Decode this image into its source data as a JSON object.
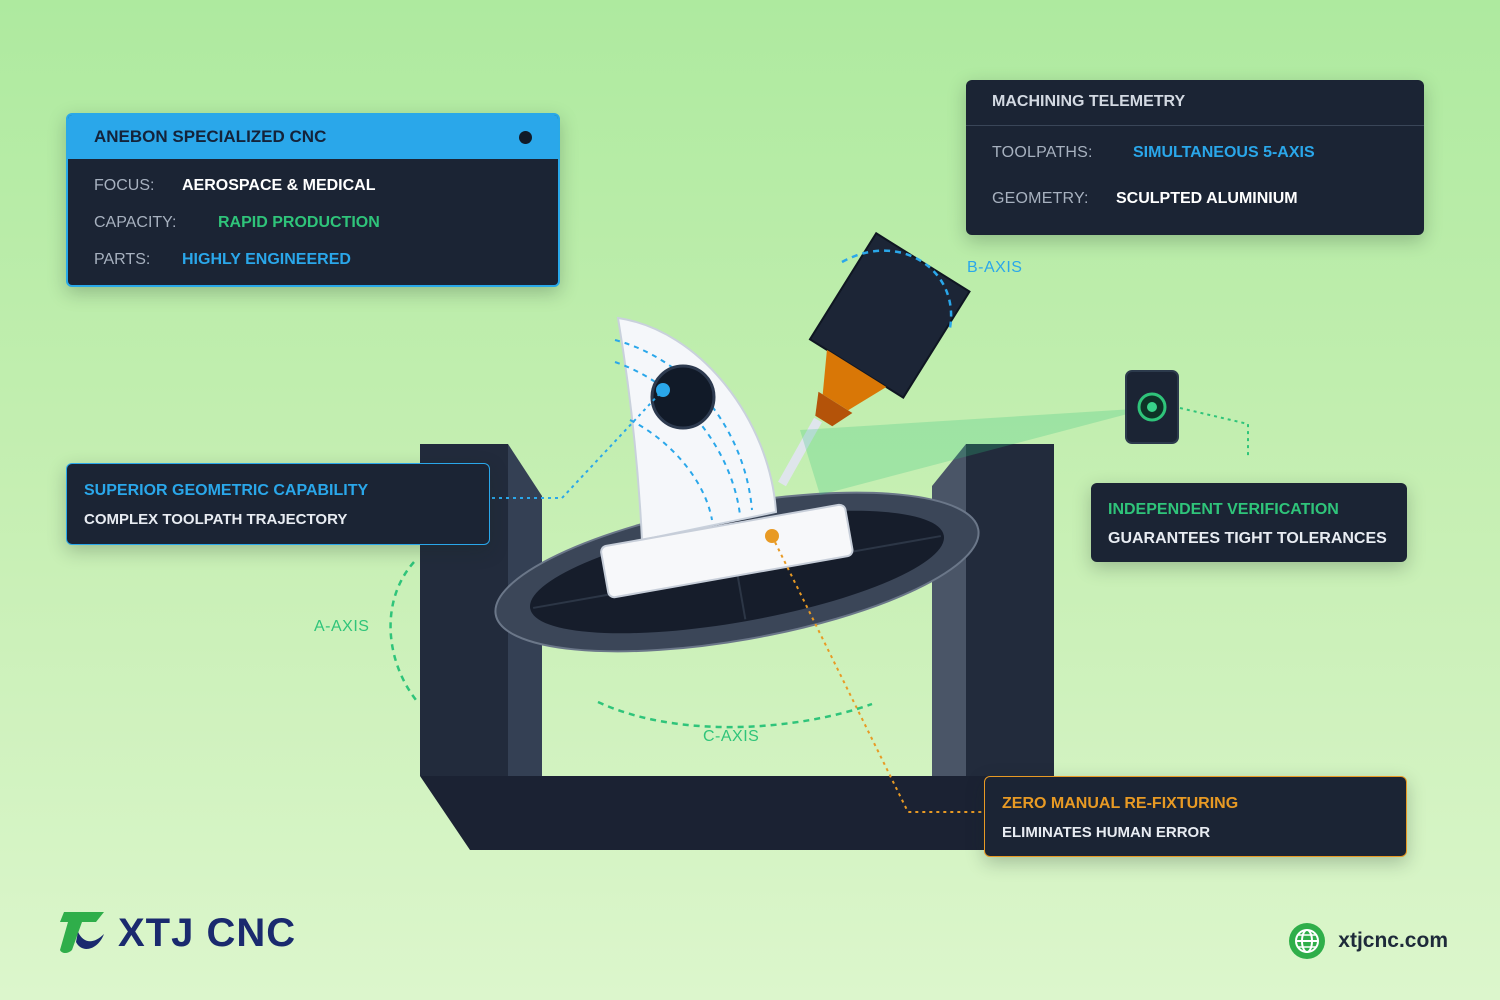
{
  "spec_panel": {
    "title": "ANEBON SPECIALIZED CNC",
    "rows": [
      {
        "key": "FOCUS:",
        "value": "AEROSPACE & MEDICAL",
        "color": "#ffffff"
      },
      {
        "key": "CAPACITY:",
        "value": "RAPID PRODUCTION",
        "color": "#2fc47a"
      },
      {
        "key": "PARTS:",
        "value": "HIGHLY ENGINEERED",
        "color": "#2aa7ea"
      }
    ]
  },
  "telemetry": {
    "title": "MACHINING TELEMETRY",
    "rows": [
      {
        "key": "TOOLPATHS:",
        "value": "SIMULTANEOUS 5-AXIS",
        "color": "#2aa7ea"
      },
      {
        "key": "GEOMETRY:",
        "value": "SCULPTED ALUMINIUM",
        "color": "#ffffff"
      }
    ]
  },
  "callouts": {
    "geometry": {
      "title": "SUPERIOR GEOMETRIC CAPABILITY",
      "subtitle": "COMPLEX TOOLPATH TRAJECTORY",
      "color": "#2aa7ea"
    },
    "verification": {
      "title": "INDEPENDENT VERIFICATION",
      "subtitle": "GUARANTEES TIGHT TOLERANCES",
      "color": "#2fc47a"
    },
    "fixturing": {
      "title": "ZERO MANUAL RE-FIXTURING",
      "subtitle": "ELIMINATES HUMAN ERROR",
      "color": "#e89a24"
    }
  },
  "axes": {
    "b_axis": "B-AXIS",
    "a_axis": "A-AXIS",
    "c_axis": "C-AXIS"
  },
  "colors": {
    "accent_blue": "#2aa7ea",
    "accent_green": "#2fc47a",
    "accent_orange": "#e89a24",
    "panel_dark": "#1b2434"
  },
  "footer": {
    "brand": "XTJ CNC",
    "website": "xtjcnc.com",
    "brand_icon": "xtj-logo-icon",
    "website_icon": "globe-icon"
  }
}
